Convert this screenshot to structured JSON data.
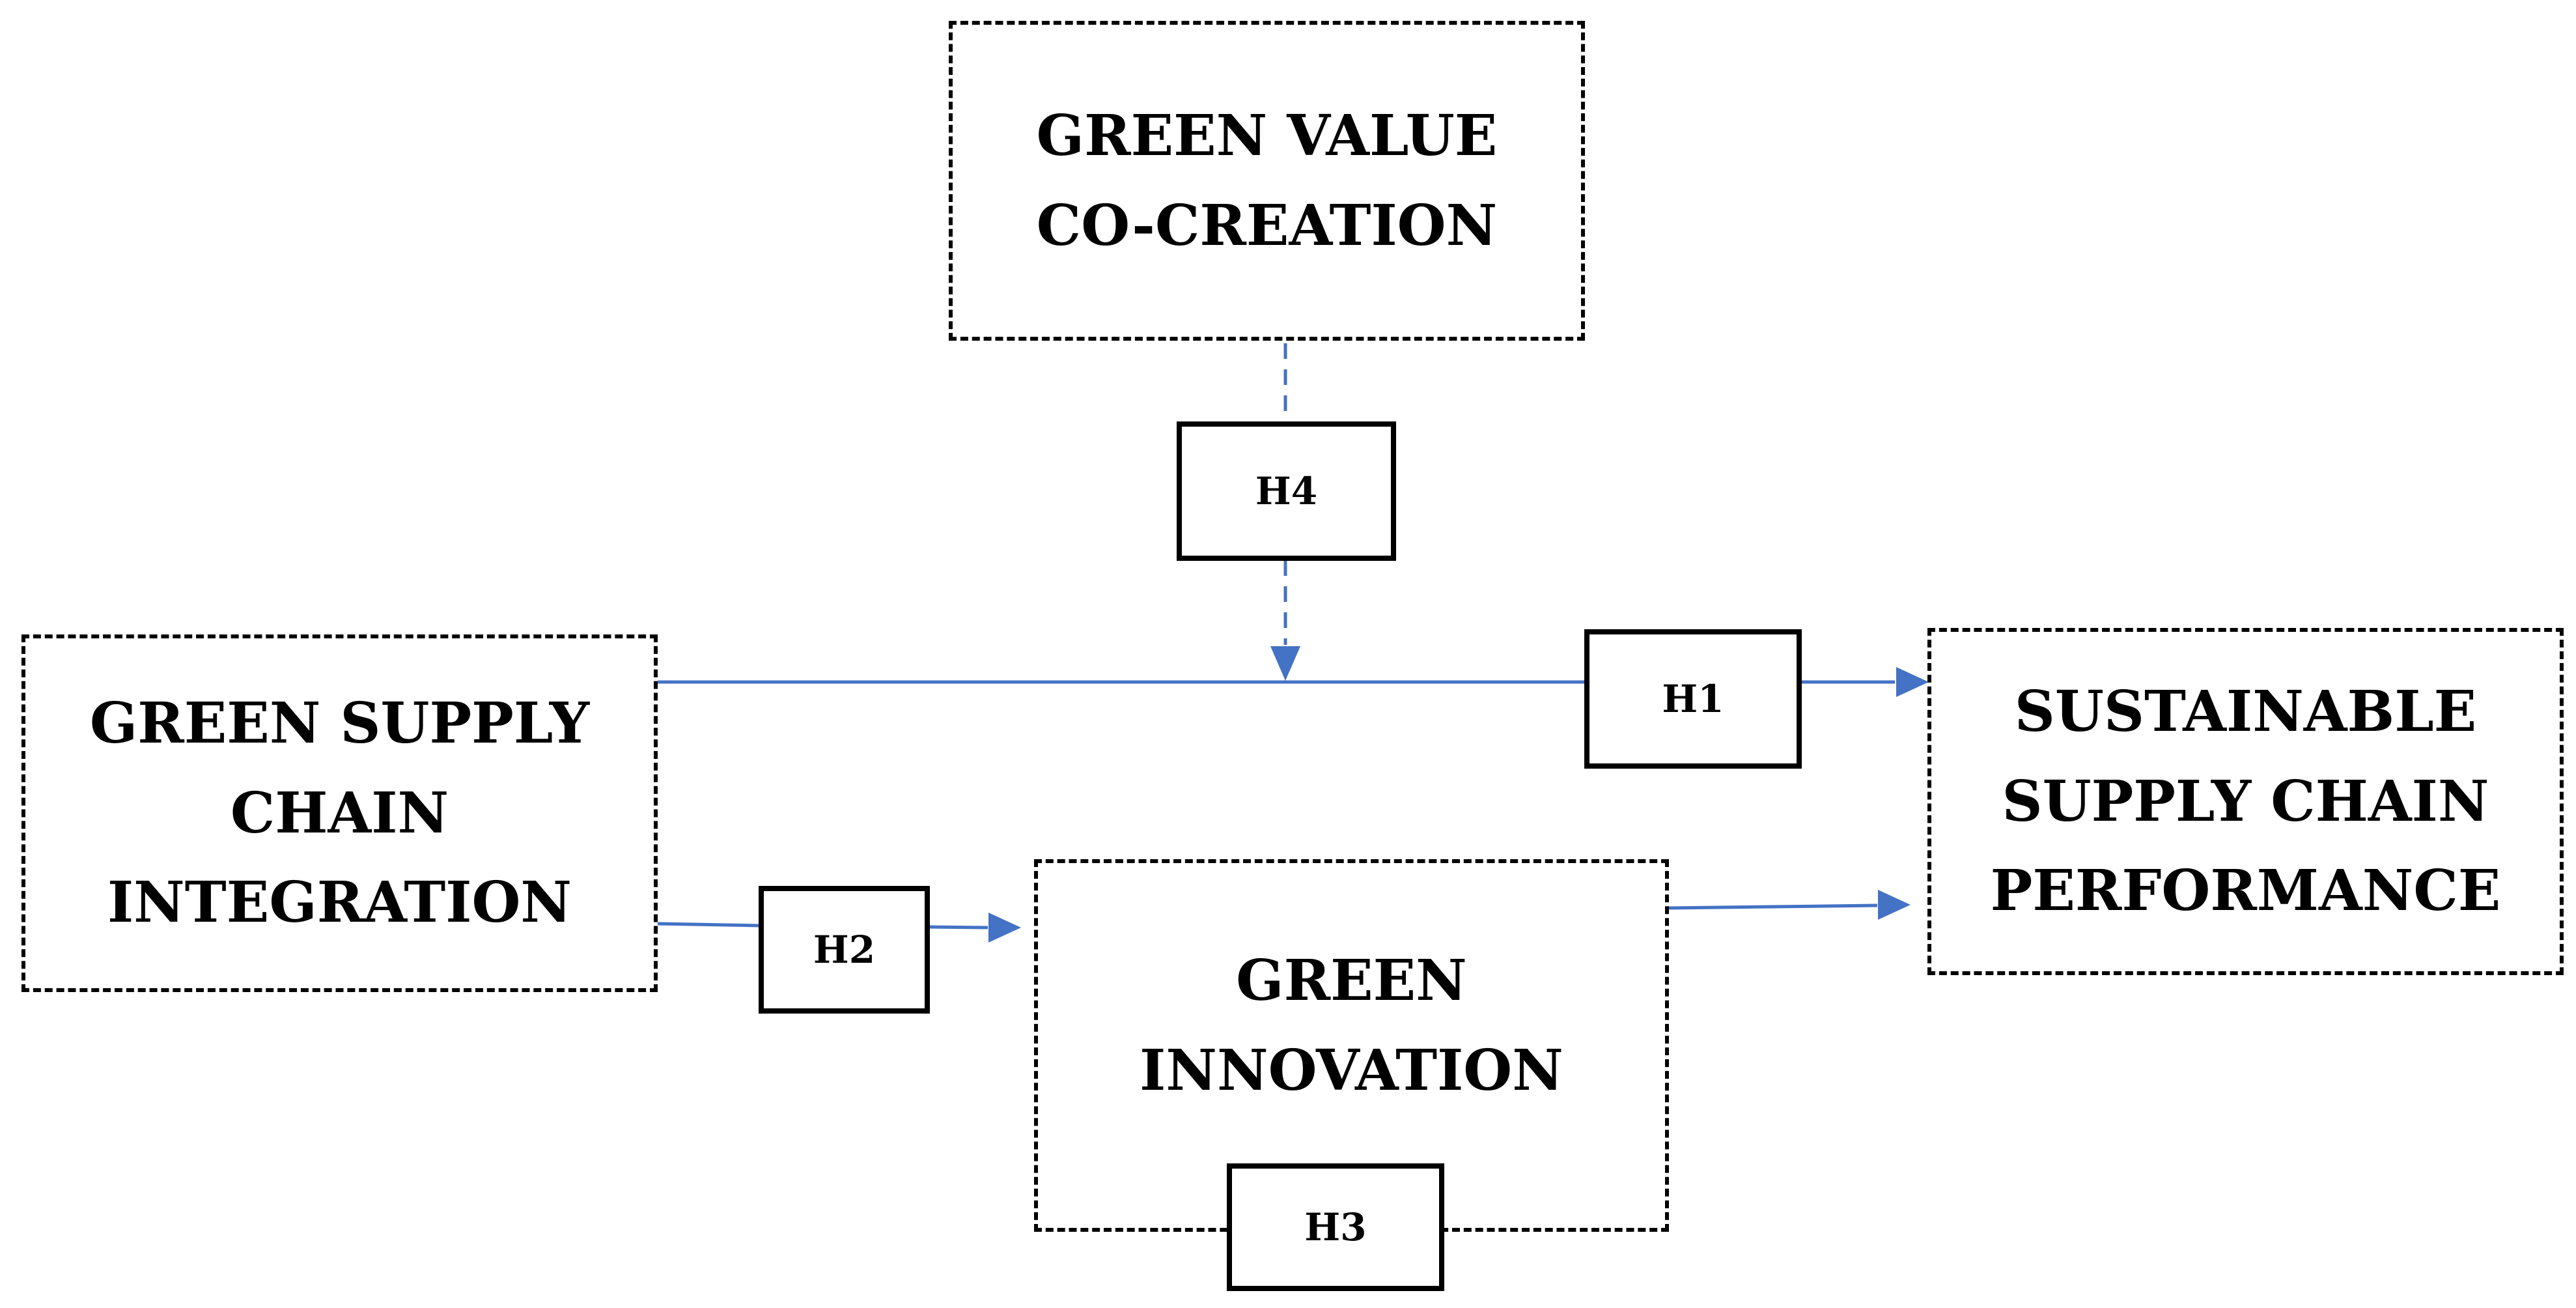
{
  "colors": {
    "arrow": "#4472C4",
    "box_border": "#000000",
    "text": "#000000",
    "background": "#ffffff"
  },
  "constructs": {
    "green_value_cocreation": "GREEN VALUE\nCO-CREATION",
    "green_supply_chain_integration": "GREEN SUPPLY\nCHAIN\nINTEGRATION",
    "green_innovation": "GREEN\nINNOVATION",
    "sustainable_supply_chain_performance": "SUSTAINABLE\nSUPPLY CHAIN\nPERFORMANCE"
  },
  "hypotheses": {
    "h1": "H1",
    "h2": "H2",
    "h3": "H3",
    "h4": "H4"
  },
  "paths": [
    {
      "from": "green_supply_chain_integration",
      "to": "sustainable_supply_chain_performance",
      "hypothesis": "H1",
      "style": "solid"
    },
    {
      "from": "green_supply_chain_integration",
      "to": "green_innovation",
      "hypothesis": "H2",
      "style": "solid"
    },
    {
      "from": "green_innovation",
      "to": "sustainable_supply_chain_performance",
      "hypothesis": "H3",
      "style": "solid"
    },
    {
      "from": "green_value_cocreation",
      "to": "H1 path",
      "hypothesis": "H4",
      "style": "dashed"
    }
  ]
}
